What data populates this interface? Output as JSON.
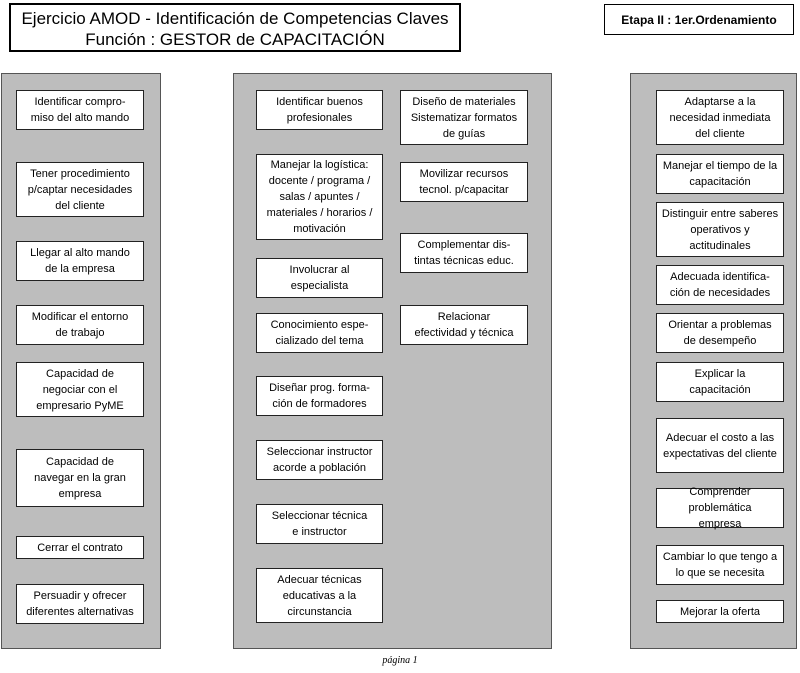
{
  "title": {
    "line1": "Ejercicio AMOD - Identificación de Competencias Claves",
    "line2": "Función : GESTOR de CAPACITACIÓN"
  },
  "stage": "Etapa II : 1er.Ordenamiento",
  "columns": {
    "left": [
      "Identificar compro- miso del alto mando",
      "Tener procedimiento p/captar necesidades del cliente",
      "Llegar al alto mando de la empresa",
      "Modificar el entorno de trabajo",
      "Capacidad de negociar con el empresario PyME",
      "Capacidad de navegar en la gran empresa",
      "Cerrar el contrato",
      "Persuadir y ofrecer diferentes alternativas"
    ],
    "middle_a": [
      "Identificar buenos profesionales",
      "Manejar la logística: docente / programa / salas / apuntes / materiales / horarios / motivación",
      "Involucrar al especialista",
      "Conocimiento espe- cializado del tema",
      "Diseñar prog. forma- ción de formadores",
      "Seleccionar instructor acorde a población",
      "Seleccionar técnica e instructor",
      "Adecuar técnicas educativas a la circunstancia"
    ],
    "middle_b": [
      "Diseño de materiales Sistematizar formatos de guías",
      "Movilizar recursos tecnol. p/capacitar",
      "Complementar dis- tintas técnicas educ.",
      "Relacionar efectividad y técnica"
    ],
    "right": [
      "Adaptarse a la necesidad inmediata del cliente",
      "Manejar el tiempo de la capacitación",
      "Distinguir entre saberes operativos y actitudinales",
      "Adecuada identifica- ción de necesidades",
      "Orientar a problemas de desempeño",
      "Explicar la capacitación",
      "Adecuar el costo a las expectativas del cliente",
      "Comprender problemática empresa",
      "Cambiar lo que tengo a lo que se necesita",
      "Mejorar la oferta"
    ]
  },
  "footer": "página 1"
}
